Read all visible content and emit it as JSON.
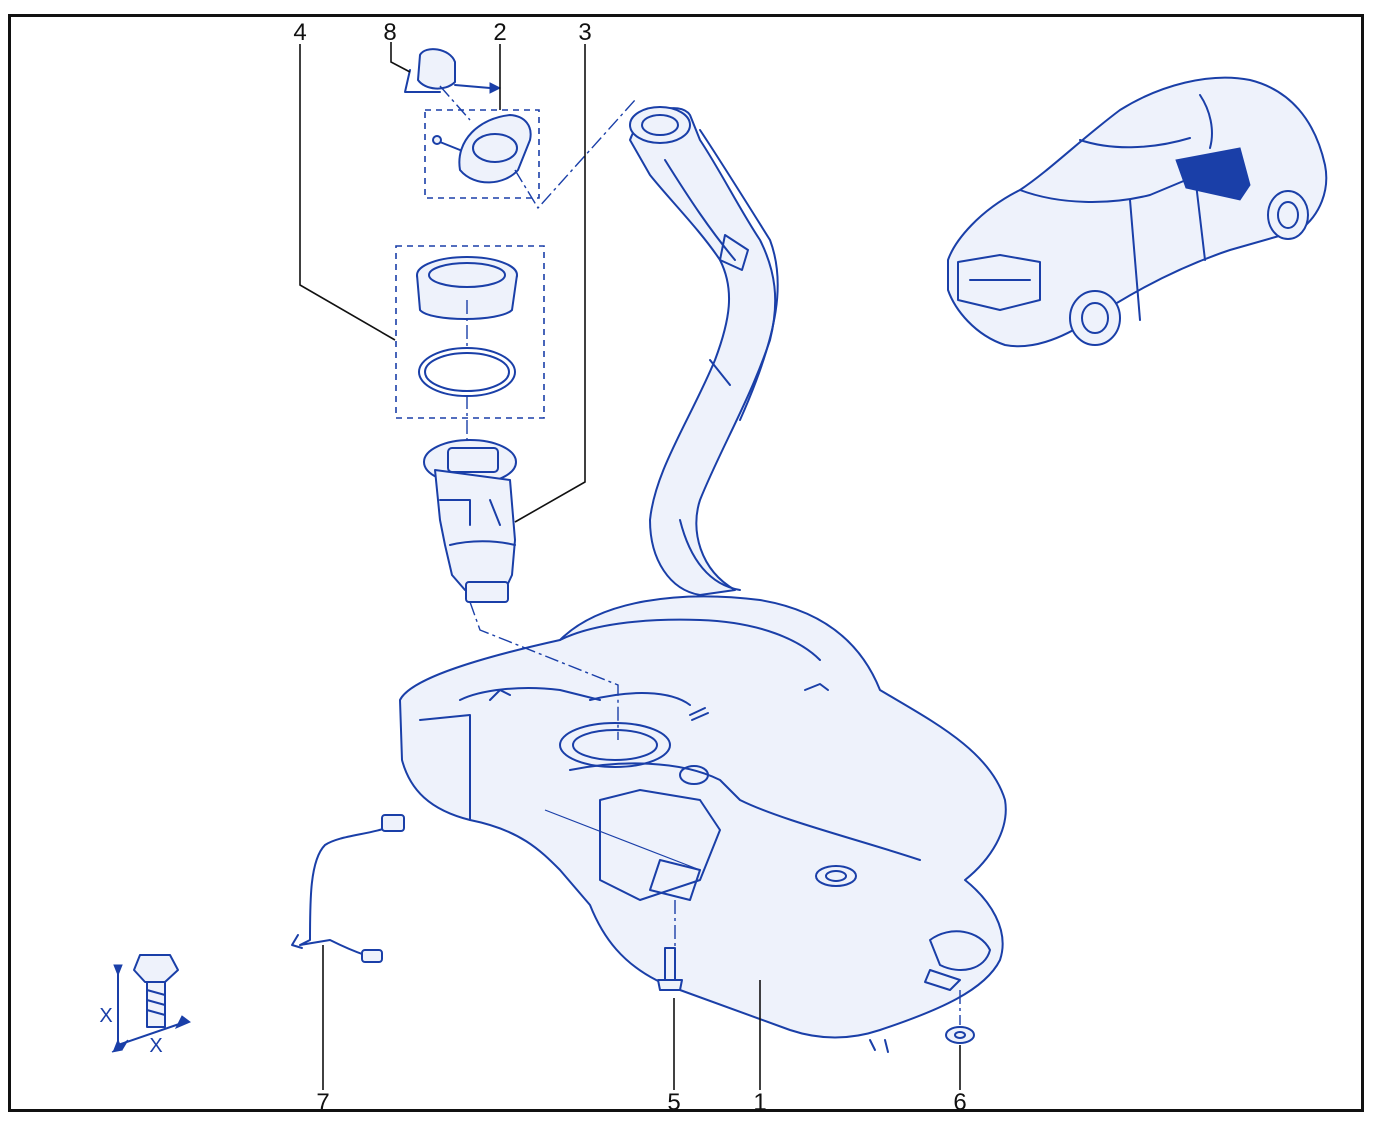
{
  "diagram": {
    "callouts": [
      {
        "id": "1",
        "text": "1"
      },
      {
        "id": "2",
        "text": "2"
      },
      {
        "id": "3",
        "text": "3"
      },
      {
        "id": "4",
        "text": "4"
      },
      {
        "id": "5",
        "text": "5"
      },
      {
        "id": "6",
        "text": "6"
      },
      {
        "id": "7",
        "text": "7"
      },
      {
        "id": "8",
        "text": "8"
      }
    ],
    "bolt_dimension_labels": [
      "X",
      "X"
    ]
  },
  "colors": {
    "line": "#1a3fa8",
    "callout_text": "#111111",
    "highlight": "#1a3fa8"
  }
}
